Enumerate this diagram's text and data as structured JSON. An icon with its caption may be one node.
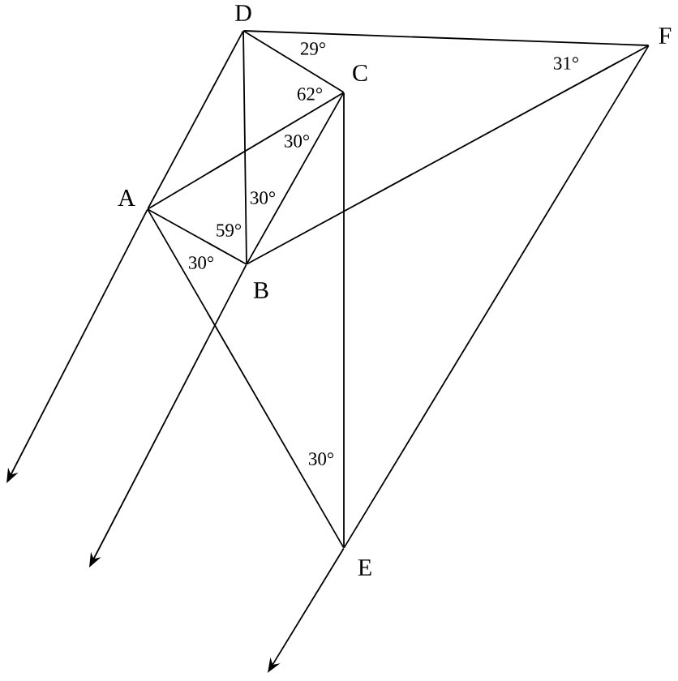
{
  "diagram": {
    "nodes": [
      {
        "text": [
          "D"
        ]
      },
      {
        "text": [
          "C"
        ]
      },
      {
        "text": [
          "A"
        ]
      },
      {
        "text": [
          "B"
        ]
      },
      {
        "text": [
          "F"
        ]
      },
      {
        "text": [
          "E"
        ]
      }
    ],
    "edges": [
      {
        "from": 0,
        "to": 4,
        "arrow": "none"
      },
      {
        "from": 0,
        "to": 1,
        "arrow": "none"
      },
      {
        "from": 0,
        "to": 3,
        "arrow": "none"
      },
      {
        "from": 0,
        "to": 2,
        "arrow": "none"
      },
      {
        "from": 2,
        "to": null,
        "arrow": "to"
      },
      {
        "from": 2,
        "to": 1,
        "arrow": "none"
      },
      {
        "from": 2,
        "to": 3,
        "arrow": "none"
      },
      {
        "from": 1,
        "to": 3,
        "arrow": "none"
      },
      {
        "from": 3,
        "to": null,
        "arrow": "to"
      },
      {
        "from": 1,
        "to": 5,
        "arrow": "none"
      },
      {
        "from": 3,
        "to": 4,
        "arrow": "none"
      },
      {
        "from": 2,
        "to": 5,
        "arrow": "none"
      },
      {
        "from": 4,
        "to": 5,
        "arrow": "none"
      },
      {
        "from": 5,
        "to": null,
        "arrow": "to"
      }
    ],
    "labels": [
      "29°",
      "62°",
      "30°",
      "30°",
      "59°",
      "30°",
      "30°",
      "31°"
    ]
  }
}
